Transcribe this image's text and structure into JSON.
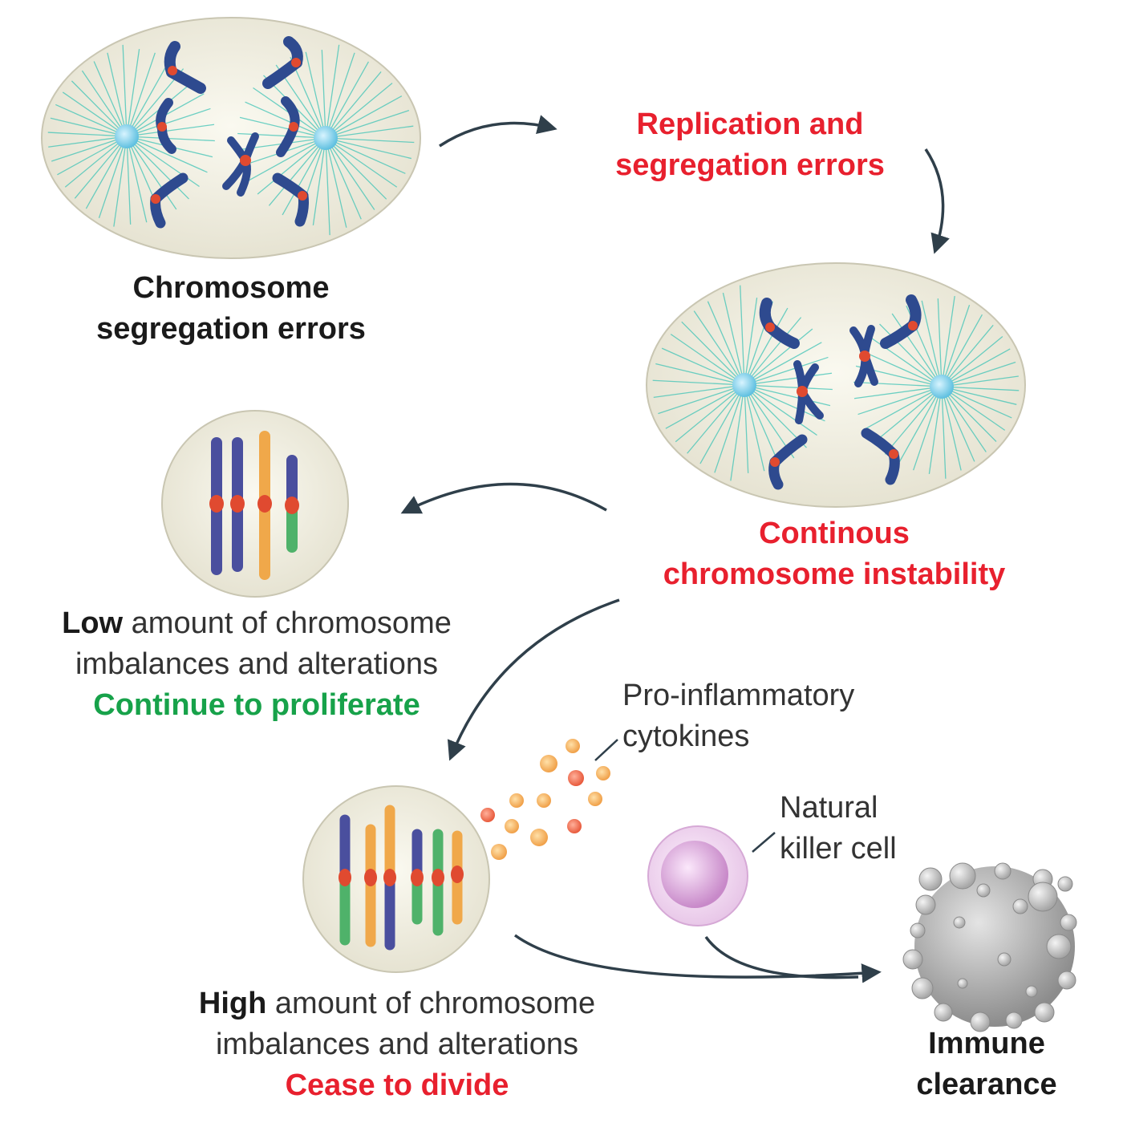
{
  "labels": {
    "chromosome_segregation_errors": [
      "Chromosome",
      "segregation errors"
    ],
    "replication_errors": [
      "Replication and",
      "segregation errors"
    ],
    "continuous_instability": [
      "Continous",
      "chromosome instability"
    ],
    "low_bold": "Low",
    "low_rest": " amount of chromosome",
    "low_line2": "imbalances and alterations",
    "low_outcome": "Continue to proliferate",
    "cytokines": [
      "Pro-inflammatory",
      "cytokines"
    ],
    "nk_cell": [
      "Natural",
      "killer cell"
    ],
    "high_bold": "High",
    "high_rest": " amount of chromosome",
    "high_line2": "imbalances and alterations",
    "high_outcome": "Cease to divide",
    "immune": [
      "Immune",
      "clearance"
    ]
  },
  "colors": {
    "red_text": "#e8202e",
    "green_text": "#17a24a",
    "chromosome_blue": "#2e4a8f",
    "centromere": "#e04a30",
    "spindle": "#3ec3b5",
    "cell_fill": "#efede0",
    "arrow": "#2f3f4a"
  }
}
